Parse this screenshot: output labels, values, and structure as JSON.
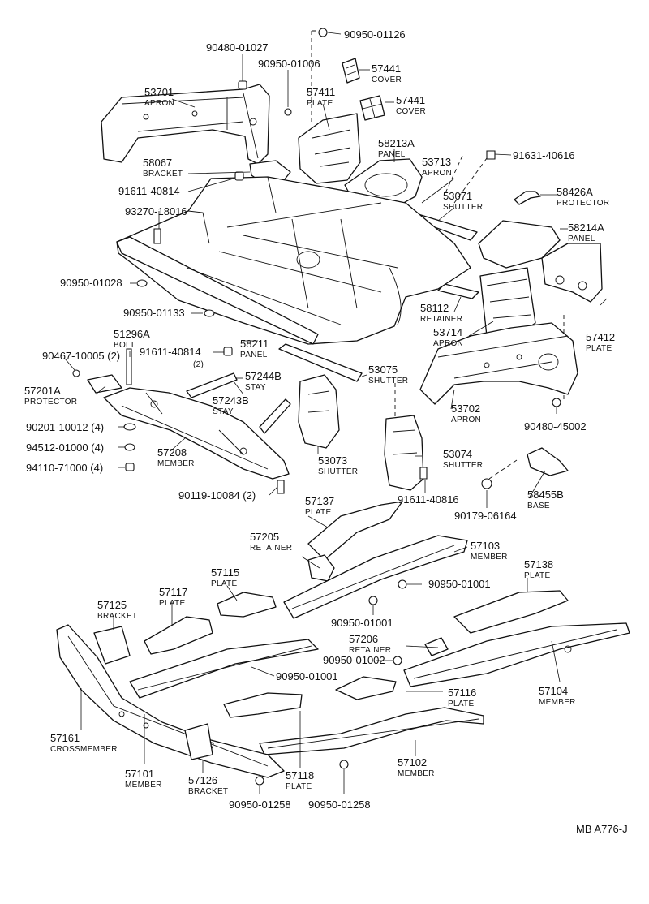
{
  "diagram_id": "MB  A776-J",
  "labels": [
    {
      "key": "p90950_01126",
      "number": "90950-01126",
      "caption": ""
    },
    {
      "key": "p90480_01027",
      "number": "90480-01027",
      "caption": ""
    },
    {
      "key": "p90950_01006",
      "number": "90950-01006",
      "caption": ""
    },
    {
      "key": "p57441a",
      "number": "57441",
      "caption": "COVER"
    },
    {
      "key": "p53701",
      "number": "53701",
      "caption": "APRON"
    },
    {
      "key": "p57411",
      "number": "57411",
      "caption": "PLATE"
    },
    {
      "key": "p57441b",
      "number": "57441",
      "caption": "COVER"
    },
    {
      "key": "p58213A",
      "number": "58213A",
      "caption": "PANEL"
    },
    {
      "key": "p91631_40616",
      "number": "91631-40616",
      "caption": ""
    },
    {
      "key": "p58067",
      "number": "58067",
      "caption": "BRACKET"
    },
    {
      "key": "p53713",
      "number": "53713",
      "caption": "APRON"
    },
    {
      "key": "p91611_40814a",
      "number": "91611-40814",
      "caption": ""
    },
    {
      "key": "p58426A",
      "number": "58426A",
      "caption": "PROTECTOR"
    },
    {
      "key": "p53071",
      "number": "53071",
      "caption": "SHUTTER"
    },
    {
      "key": "p93270_18016",
      "number": "93270-18016",
      "caption": ""
    },
    {
      "key": "p58214A",
      "number": "58214A",
      "caption": "PANEL"
    },
    {
      "key": "p90950_01028",
      "number": "90950-01028",
      "caption": ""
    },
    {
      "key": "p58112",
      "number": "58112",
      "caption": "RETAINER"
    },
    {
      "key": "p90950_01133",
      "number": "90950-01133",
      "caption": ""
    },
    {
      "key": "p53714",
      "number": "53714",
      "caption": "APRON"
    },
    {
      "key": "p57412",
      "number": "57412",
      "caption": "PLATE"
    },
    {
      "key": "p51296A",
      "number": "51296A",
      "caption": "BOLT"
    },
    {
      "key": "p91611_40814b",
      "number": "91611-40814",
      "caption": "(2)"
    },
    {
      "key": "p58211",
      "number": "58211",
      "caption": "PANEL"
    },
    {
      "key": "p90467_10005",
      "number": "90467-10005 (2)",
      "caption": ""
    },
    {
      "key": "p57244B",
      "number": "57244B",
      "caption": "STAY"
    },
    {
      "key": "p53075",
      "number": "53075",
      "caption": "SHUTTER"
    },
    {
      "key": "p57201A",
      "number": "57201A",
      "caption": "PROTECTOR"
    },
    {
      "key": "p57243B",
      "number": "57243B",
      "caption": "STAY"
    },
    {
      "key": "p53702",
      "number": "53702",
      "caption": "APRON"
    },
    {
      "key": "p90201_10012",
      "number": "90201-10012 (4)",
      "caption": ""
    },
    {
      "key": "p90480_45002",
      "number": "90480-45002",
      "caption": ""
    },
    {
      "key": "p57208",
      "number": "57208",
      "caption": "MEMBER"
    },
    {
      "key": "p94512_01000",
      "number": "94512-01000 (4)",
      "caption": ""
    },
    {
      "key": "p53073",
      "number": "53073",
      "caption": "SHUTTER"
    },
    {
      "key": "p53074",
      "number": "53074",
      "caption": "SHUTTER"
    },
    {
      "key": "p94110_71000",
      "number": "94110-71000 (4)",
      "caption": ""
    },
    {
      "key": "p91611_40816",
      "number": "91611-40816",
      "caption": ""
    },
    {
      "key": "p58455B",
      "number": "58455B",
      "caption": "BASE"
    },
    {
      "key": "p90119_10084",
      "number": "90119-10084 (2)",
      "caption": ""
    },
    {
      "key": "p90179_06164",
      "number": "90179-06164",
      "caption": ""
    },
    {
      "key": "p57137",
      "number": "57137",
      "caption": "PLATE"
    },
    {
      "key": "p57205",
      "number": "57205",
      "caption": "RETAINER"
    },
    {
      "key": "p57103",
      "number": "57103",
      "caption": "MEMBER"
    },
    {
      "key": "p57115",
      "number": "57115",
      "caption": "PLATE"
    },
    {
      "key": "p57138",
      "number": "57138",
      "caption": "PLATE"
    },
    {
      "key": "p90950_01001a",
      "number": "90950-01001",
      "caption": ""
    },
    {
      "key": "p57117",
      "number": "57117",
      "caption": "PLATE"
    },
    {
      "key": "p57125",
      "number": "57125",
      "caption": "BRACKET"
    },
    {
      "key": "p90950_01001b",
      "number": "90950-01001",
      "caption": ""
    },
    {
      "key": "p57206",
      "number": "57206",
      "caption": "RETAINER"
    },
    {
      "key": "p90950_01002",
      "number": "90950-01002",
      "caption": ""
    },
    {
      "key": "p90950_01001c",
      "number": "90950-01001",
      "caption": ""
    },
    {
      "key": "p57116",
      "number": "57116",
      "caption": "PLATE"
    },
    {
      "key": "p57104",
      "number": "57104",
      "caption": "MEMBER"
    },
    {
      "key": "p57161",
      "number": "57161",
      "caption": "CROSSMEMBER"
    },
    {
      "key": "p57102",
      "number": "57102",
      "caption": "MEMBER"
    },
    {
      "key": "p57101",
      "number": "57101",
      "caption": "MEMBER"
    },
    {
      "key": "p57126",
      "number": "57126",
      "caption": "BRACKET"
    },
    {
      "key": "p57118",
      "number": "57118",
      "caption": "PLATE"
    },
    {
      "key": "p90950_01258a",
      "number": "90950-01258",
      "caption": ""
    },
    {
      "key": "p90950_01258b",
      "number": "90950-01258",
      "caption": ""
    }
  ]
}
